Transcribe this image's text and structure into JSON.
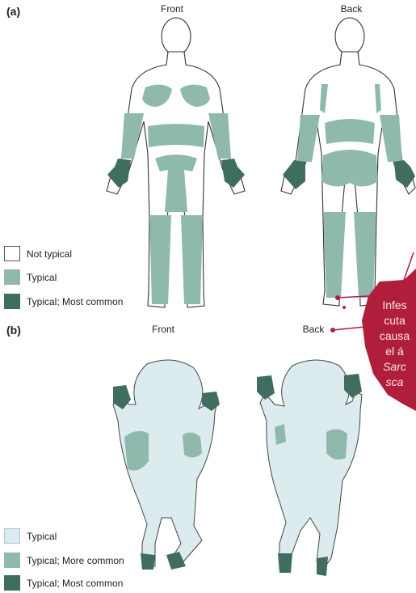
{
  "panel_a": {
    "label": "(a)",
    "front_label": "Front",
    "back_label": "Back",
    "legend": [
      {
        "text": "Not typical",
        "color": "#ffffff"
      },
      {
        "text": "Typical",
        "color": "#8fb9ad"
      },
      {
        "text": "Typical; Most common",
        "color": "#3f6d60"
      }
    ]
  },
  "panel_b": {
    "label": "(b)",
    "front_label": "Front",
    "back_label": "Back",
    "legend": [
      {
        "text": "Typical",
        "color": "#dcecee"
      },
      {
        "text": "Typical; More common",
        "color": "#8fb9ad"
      },
      {
        "text": "Typical; Most common",
        "color": "#3f6d60"
      }
    ]
  },
  "overlay": {
    "lines": [
      "Infes",
      "cuta",
      "causa",
      "el á",
      "Sarc",
      "sca"
    ],
    "color": "#b01e3c"
  }
}
